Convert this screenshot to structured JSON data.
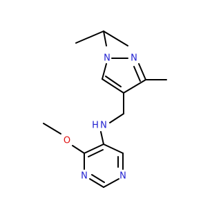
{
  "colors": {
    "background": "#ffffff",
    "bond": "#000000",
    "nitrogen": "#1f1fd0",
    "oxygen": "#e01010"
  },
  "atoms": {
    "n_pyrazole_1": "N",
    "n_pyrazole_2": "N",
    "n_amine": "N",
    "h_amine": "H",
    "o_methoxy": "O",
    "n_pyrimidine_1": "N",
    "n_pyrimidine_2": "N"
  }
}
